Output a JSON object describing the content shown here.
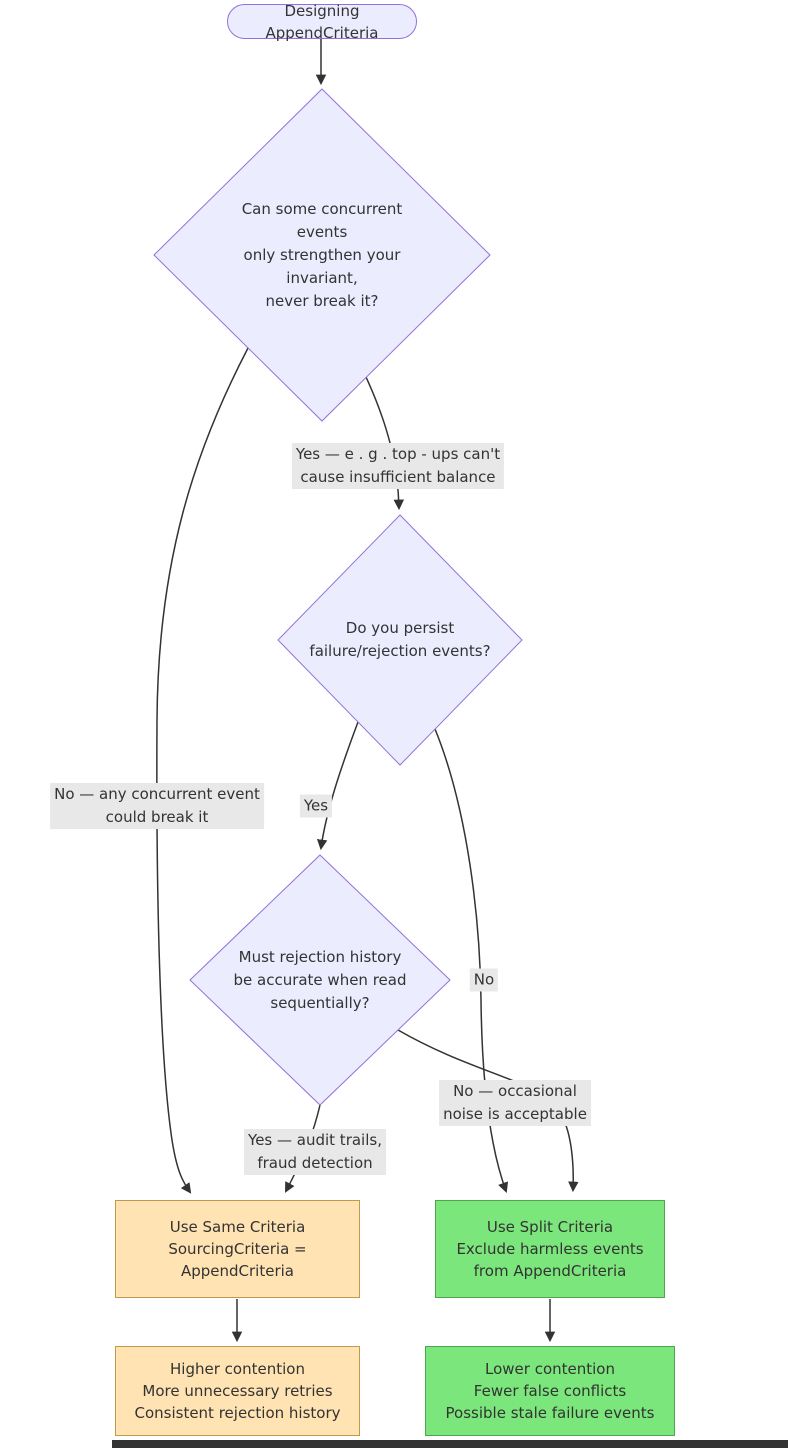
{
  "diagram": {
    "start": {
      "label": "Designing AppendCriteria"
    },
    "d1": {
      "line1": "Can some concurrent",
      "line2": "events",
      "line3": "only strengthen your",
      "line4": "invariant,",
      "line5": "never break it?"
    },
    "d2": {
      "line1": "Do you persist",
      "line2": "failure/rejection events?"
    },
    "d3": {
      "line1": "Must rejection history",
      "line2": "be accurate when read",
      "line3": "sequentially?"
    },
    "same": {
      "line1": "Use Same Criteria",
      "line2": "SourcingCriteria =",
      "line3": "AppendCriteria"
    },
    "split": {
      "line1": "Use Split Criteria",
      "line2": "Exclude harmless events",
      "line3": "from AppendCriteria"
    },
    "same_out": {
      "line1": "Higher contention",
      "line2": "More unnecessary retries",
      "line3": "Consistent rejection history"
    },
    "split_out": {
      "line1": "Lower contention",
      "line2": "Fewer false conflicts",
      "line3": "Possible stale failure events"
    },
    "labels": {
      "yes_topups_1": "Yes — e . g . top - ups can't",
      "yes_topups_2": "cause insufficient balance",
      "no_any_1": "No — any concurrent event",
      "no_any_2": "could break it",
      "yes_persist": "Yes",
      "no_persist": "No",
      "yes_audit_1": "Yes — audit trails,",
      "yes_audit_2": "fraud detection",
      "no_noise_1": "No — occasional",
      "no_noise_2": "noise is acceptable"
    },
    "colors": {
      "decision_fill": "#ECECFF",
      "decision_stroke": "#9370DB",
      "edge": "#333333",
      "edge_label_bg": "#e8e8e8",
      "same_fill": "#FFE3B3",
      "same_stroke": "#C09A4A",
      "split_fill": "#7BE67B",
      "split_stroke": "#4DA64D",
      "text": "#333333"
    }
  }
}
